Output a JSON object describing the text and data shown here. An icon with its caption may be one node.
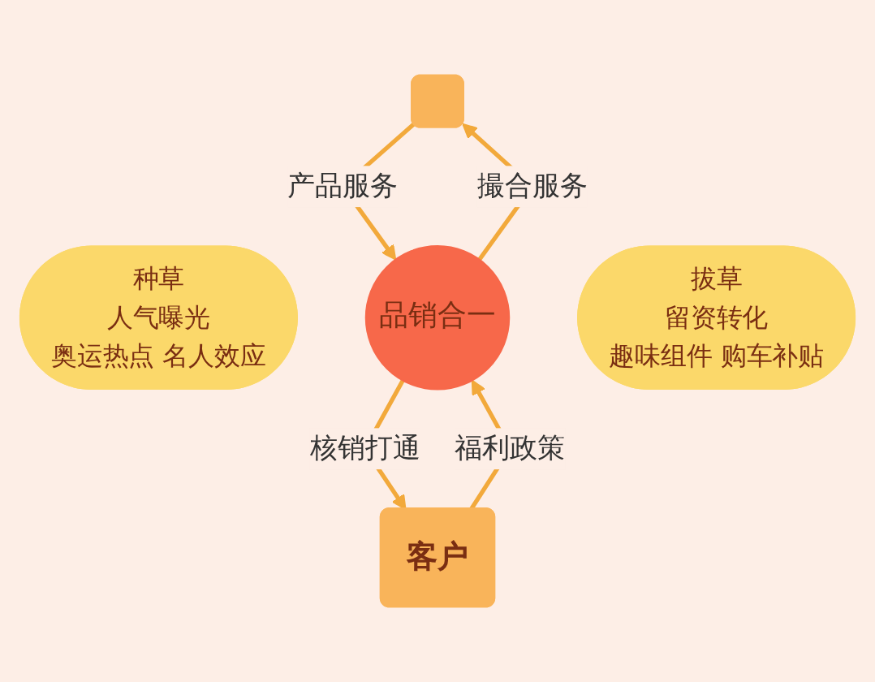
{
  "diagram": {
    "nodes": [
      {
        "text": [],
        "shape": "box"
      },
      {
        "text": [
          "种草",
          "人气曝光",
          "奥运热点 名人效应"
        ]
      },
      {
        "text": [
          "品销合一"
        ]
      },
      {
        "text": [
          "拔草",
          "留资转化",
          "趣味组件 购车补贴"
        ]
      },
      {
        "text": [
          "客户"
        ]
      }
    ],
    "edges": [
      {
        "from": 2,
        "to": 0,
        "arrow": "to",
        "label": "撮合服务"
      },
      {
        "from": 0,
        "to": 2,
        "arrow": "to",
        "label": "产品服务"
      },
      {
        "from": 4,
        "to": 2,
        "arrow": "to",
        "label": "福利政策"
      },
      {
        "from": 2,
        "to": 4,
        "arrow": "to",
        "label": "核销打通"
      }
    ]
  }
}
